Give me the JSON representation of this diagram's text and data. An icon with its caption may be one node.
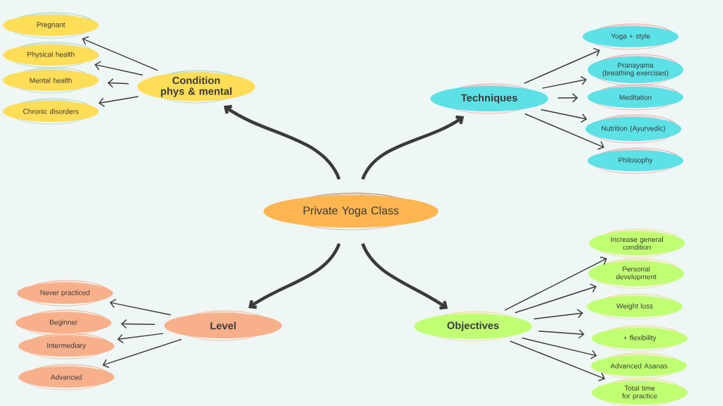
{
  "diagram": {
    "nodes": [
      {
        "text": [
          "Private Yoga Class"
        ]
      },
      {
        "text": [
          "Condition phys & mental"
        ]
      },
      {
        "text": [
          "Pregnant"
        ]
      },
      {
        "text": [
          "Physical health"
        ]
      },
      {
        "text": [
          "Mental health"
        ]
      },
      {
        "text": [
          "Chronic disorders"
        ]
      },
      {
        "text": [
          "Techniques"
        ]
      },
      {
        "text": [
          "Yoga + style"
        ]
      },
      {
        "text": [
          "Pranayama (breathing exercises)"
        ]
      },
      {
        "text": [
          "Meditation"
        ]
      },
      {
        "text": [
          "Nutrition (Ayurvedic)"
        ]
      },
      {
        "text": [
          "Philosophy"
        ]
      },
      {
        "text": [
          "Level"
        ]
      },
      {
        "text": [
          "Never practiced"
        ]
      },
      {
        "text": [
          "Beginner"
        ]
      },
      {
        "text": [
          "Intermediary"
        ]
      },
      {
        "text": [
          "Advanced"
        ]
      },
      {
        "text": [
          "Objectives"
        ]
      },
      {
        "text": [
          "Increase general condition"
        ]
      },
      {
        "text": [
          "Personal development"
        ]
      },
      {
        "text": [
          "Weight loss"
        ]
      },
      {
        "text": [
          "+ flexibility"
        ]
      },
      {
        "text": [
          "Advanced Asanas"
        ]
      },
      {
        "text": [
          "Total time for practice"
        ]
      }
    ],
    "edges": [
      {
        "from": 0,
        "to": 1,
        "arrow": "to",
        "style": "thick"
      },
      {
        "from": 0,
        "to": 6,
        "arrow": "to",
        "style": "thick"
      },
      {
        "from": 0,
        "to": 12,
        "arrow": "to",
        "style": "thick"
      },
      {
        "from": 0,
        "to": 17,
        "arrow": "to",
        "style": "thick"
      },
      {
        "from": 1,
        "to": 2,
        "arrow": "to"
      },
      {
        "from": 1,
        "to": 3,
        "arrow": "to"
      },
      {
        "from": 1,
        "to": 4,
        "arrow": "to"
      },
      {
        "from": 1,
        "to": 5,
        "arrow": "to"
      },
      {
        "from": 6,
        "to": 7,
        "arrow": "to"
      },
      {
        "from": 6,
        "to": 8,
        "arrow": "to"
      },
      {
        "from": 6,
        "to": 9,
        "arrow": "to"
      },
      {
        "from": 6,
        "to": 10,
        "arrow": "to"
      },
      {
        "from": 6,
        "to": 11,
        "arrow": "to"
      },
      {
        "from": 12,
        "to": 13,
        "arrow": "to"
      },
      {
        "from": 12,
        "to": 14,
        "arrow": "to"
      },
      {
        "from": 12,
        "to": 15,
        "arrow": "to"
      },
      {
        "from": 12,
        "to": 16,
        "arrow": "to"
      },
      {
        "from": 17,
        "to": 18,
        "arrow": "to"
      },
      {
        "from": 17,
        "to": 19,
        "arrow": "to"
      },
      {
        "from": 17,
        "to": 20,
        "arrow": "to"
      },
      {
        "from": 17,
        "to": 21,
        "arrow": "to"
      },
      {
        "from": 17,
        "to": 22,
        "arrow": "to"
      },
      {
        "from": 17,
        "to": 23,
        "arrow": "to"
      }
    ]
  }
}
